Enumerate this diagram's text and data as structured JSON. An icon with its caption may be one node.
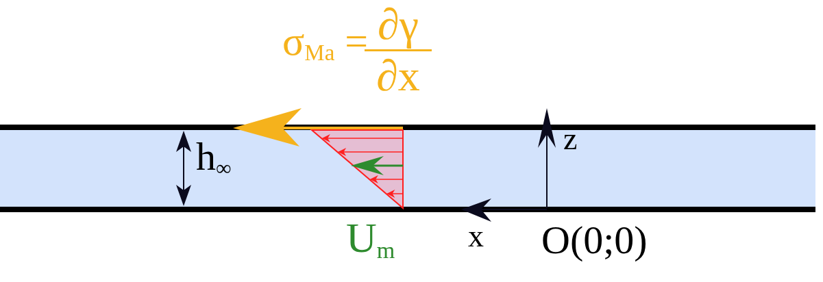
{
  "diagram": {
    "labels": [
      "σ$_{Ma}$ =",
      "∂γ",
      "∂x",
      "h$_{∞}$",
      "z",
      "x",
      "O(0;0)",
      "U$_{m}$"
    ]
  }
}
